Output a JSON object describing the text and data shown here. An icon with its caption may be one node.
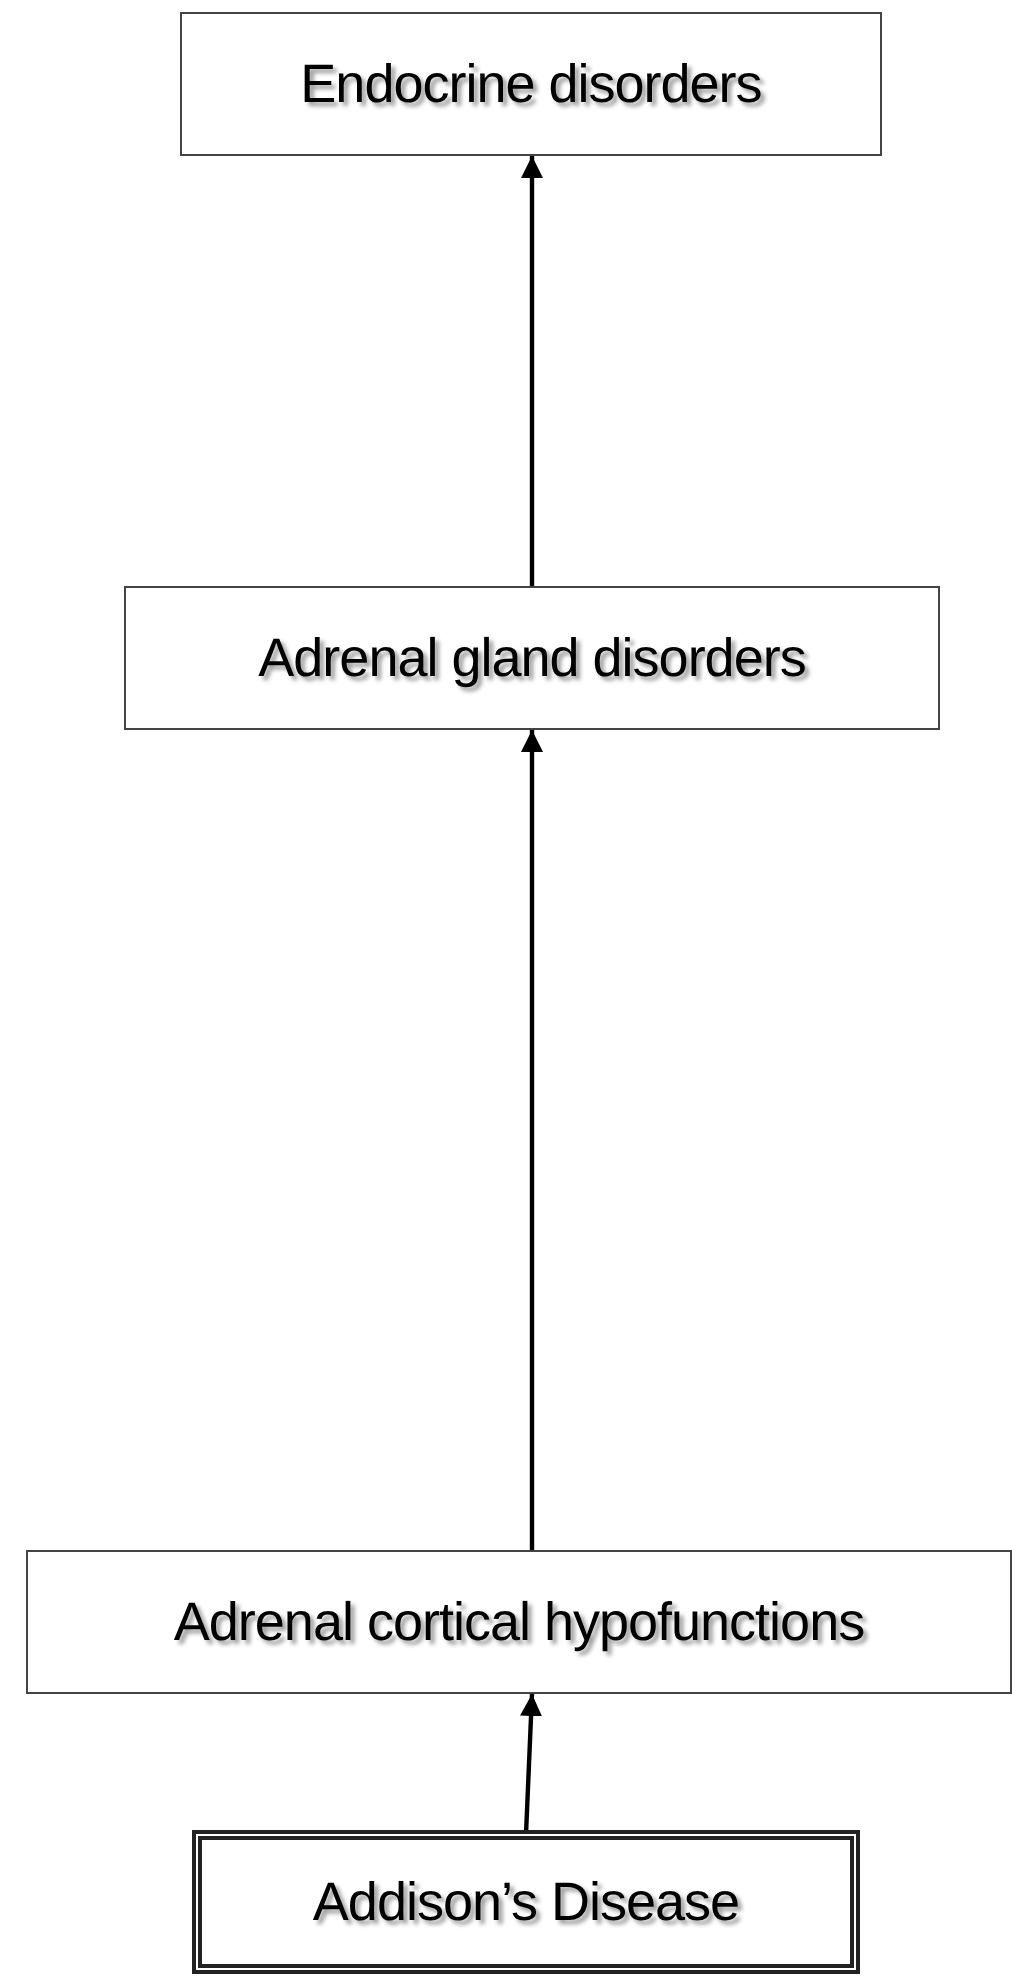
{
  "diagram": {
    "nodes": [
      {
        "text": [
          "Endocrine disorders"
        ]
      },
      {
        "text": [
          "Adrenal gland disorders"
        ]
      },
      {
        "text": [
          "Adrenal cortical hypofunctions"
        ]
      },
      {
        "text": [
          "Addison’s Disease"
        ]
      }
    ],
    "edges": [
      {
        "from": 1,
        "to": 0,
        "arrow": "to"
      },
      {
        "from": 2,
        "to": 1,
        "arrow": "to"
      },
      {
        "from": 3,
        "to": 2,
        "arrow": "to"
      }
    ]
  }
}
